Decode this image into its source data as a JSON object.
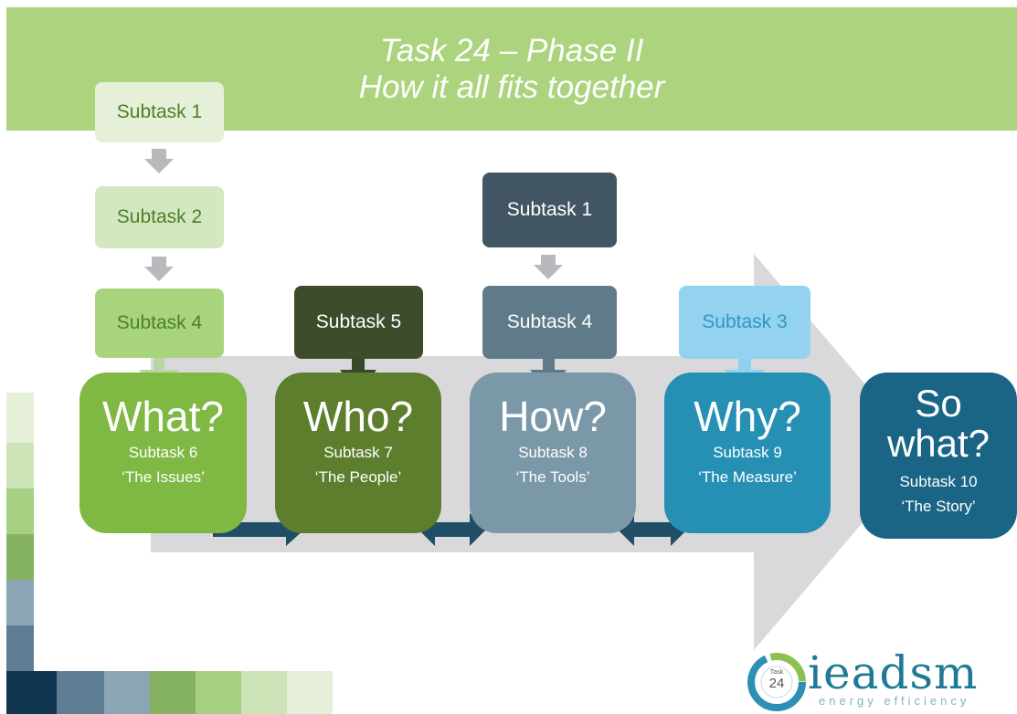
{
  "header": {
    "title_line1": "Task 24 – Phase II",
    "title_line2": "How it all fits together"
  },
  "top_boxes": {
    "col1": [
      "Subtask 1",
      "Subtask 2",
      "Subtask 4"
    ],
    "col2": [
      "Subtask 5"
    ],
    "col3": [
      "Subtask 1",
      "Subtask 4"
    ],
    "col4": [
      "Subtask 3"
    ]
  },
  "questions": [
    {
      "question": "What?",
      "subtask": "Subtask 6",
      "label": "‘The Issues’",
      "color": "#7fb843"
    },
    {
      "question": "Who?",
      "subtask": "Subtask 7",
      "label": "‘The People’",
      "color": "#5d7f2d"
    },
    {
      "question": "How?",
      "subtask": "Subtask 8",
      "label": "‘The Tools’",
      "color": "#7b98a8"
    },
    {
      "question": "Why?",
      "subtask": "Subtask 9",
      "label": "‘The Measure’",
      "color": "#2590b4"
    },
    {
      "question": "So what?",
      "subtask": "Subtask 10",
      "label": "‘The Story’",
      "color": "#1a6585"
    }
  ],
  "logo": {
    "brand": "ieadsm",
    "tagline": "energy efficiency",
    "badge_top": "Task",
    "badge_num": "24"
  },
  "colors": {
    "banner": "#acd37d",
    "big_arrow": "#d9d9db",
    "connector": "#1f4e66"
  }
}
